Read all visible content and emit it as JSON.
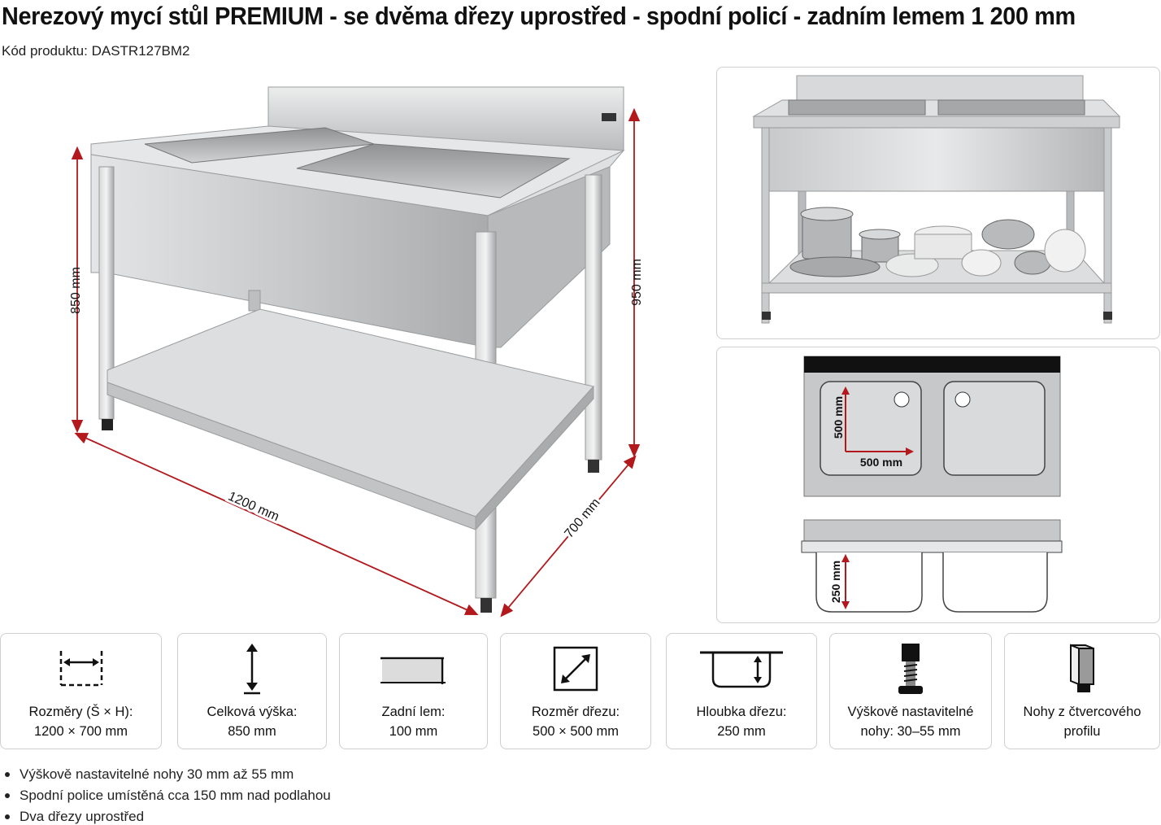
{
  "title": "Nerezový mycí stůl PREMIUM - se dvěma dřezy uprostřed - spodní policí - zadním lemem 1 200 mm",
  "product_code": "Kód produktu: DASTR127BM2",
  "dimensions": {
    "width": "1200 mm",
    "depth": "700 mm",
    "height_table": "850 mm",
    "height_total": "950 mm",
    "sink_width": "500 mm",
    "sink_length": "500 mm",
    "sink_depth": "250 mm"
  },
  "features": [
    {
      "icon": "dimensions-icon",
      "line1": "Rozměry (Š × H):",
      "line2": "1200 × 700 mm"
    },
    {
      "icon": "height-arrow-icon",
      "line1": "Celková výška:",
      "line2": "850 mm"
    },
    {
      "icon": "backsplash-icon",
      "line1": "Zadní lem:",
      "line2": "100 mm"
    },
    {
      "icon": "sink-size-icon",
      "line1": "Rozměr dřezu:",
      "line2": "500 × 500 mm"
    },
    {
      "icon": "sink-depth-icon",
      "line1": "Hloubka dřezu:",
      "line2": "250 mm"
    },
    {
      "icon": "adjustable-foot-icon",
      "line1": "Výškově nastavitelné",
      "line2": "nohy: 30–55 mm"
    },
    {
      "icon": "square-leg-icon",
      "line1": "Nohy z čtvercového",
      "line2": "profilu"
    }
  ],
  "bullets": [
    "Výškově nastavitelné nohy 30 mm až 55 mm",
    "Spodní police umístěná cca 150 mm nad podlahou",
    "Dva dřezy uprostřed"
  ],
  "colors": {
    "dimension_red": "#b3181c",
    "steel": "#c9cbcd",
    "steel_dark": "#9a9c9e",
    "dark_bar": "#111111"
  }
}
